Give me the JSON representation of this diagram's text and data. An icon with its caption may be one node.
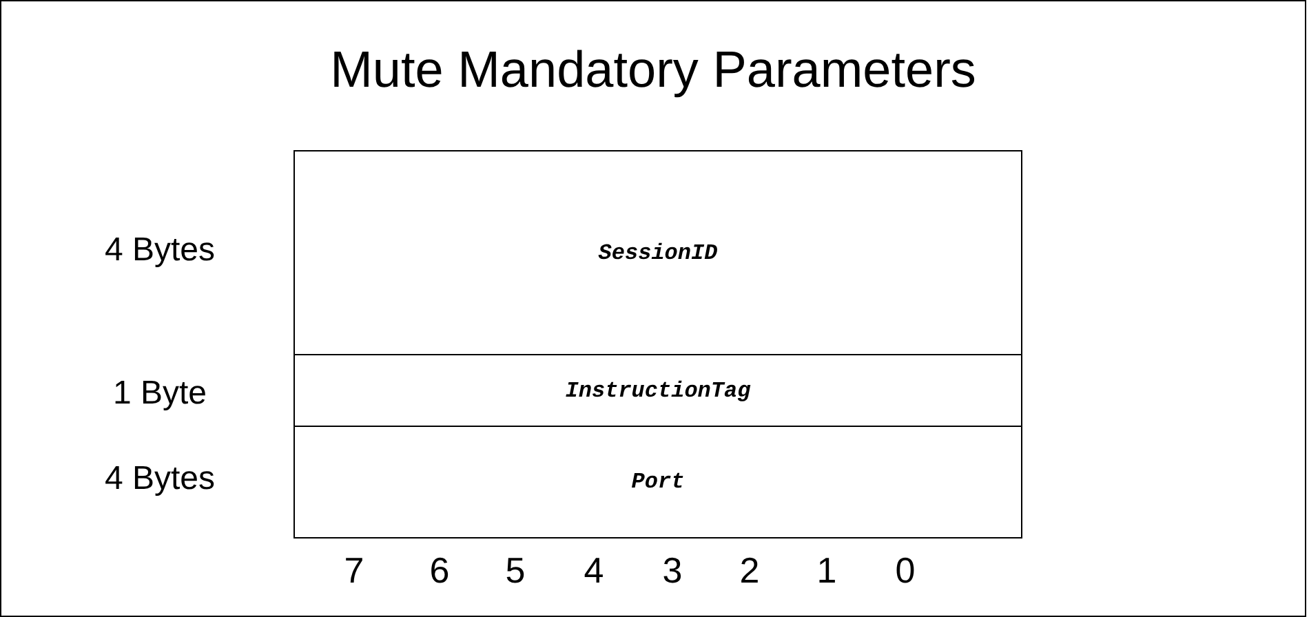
{
  "diagram": {
    "title": "Mute Mandatory Parameters",
    "nodes": [
      {
        "text": [
          "SessionID"
        ]
      },
      {
        "text": [
          "InstructionTag"
        ]
      },
      {
        "text": [
          "Port"
        ]
      }
    ],
    "labels": [
      "4 Bytes",
      "1 Byte",
      "4 Bytes",
      "7",
      "6",
      "5",
      "4",
      "3",
      "2",
      "1",
      "0"
    ]
  }
}
